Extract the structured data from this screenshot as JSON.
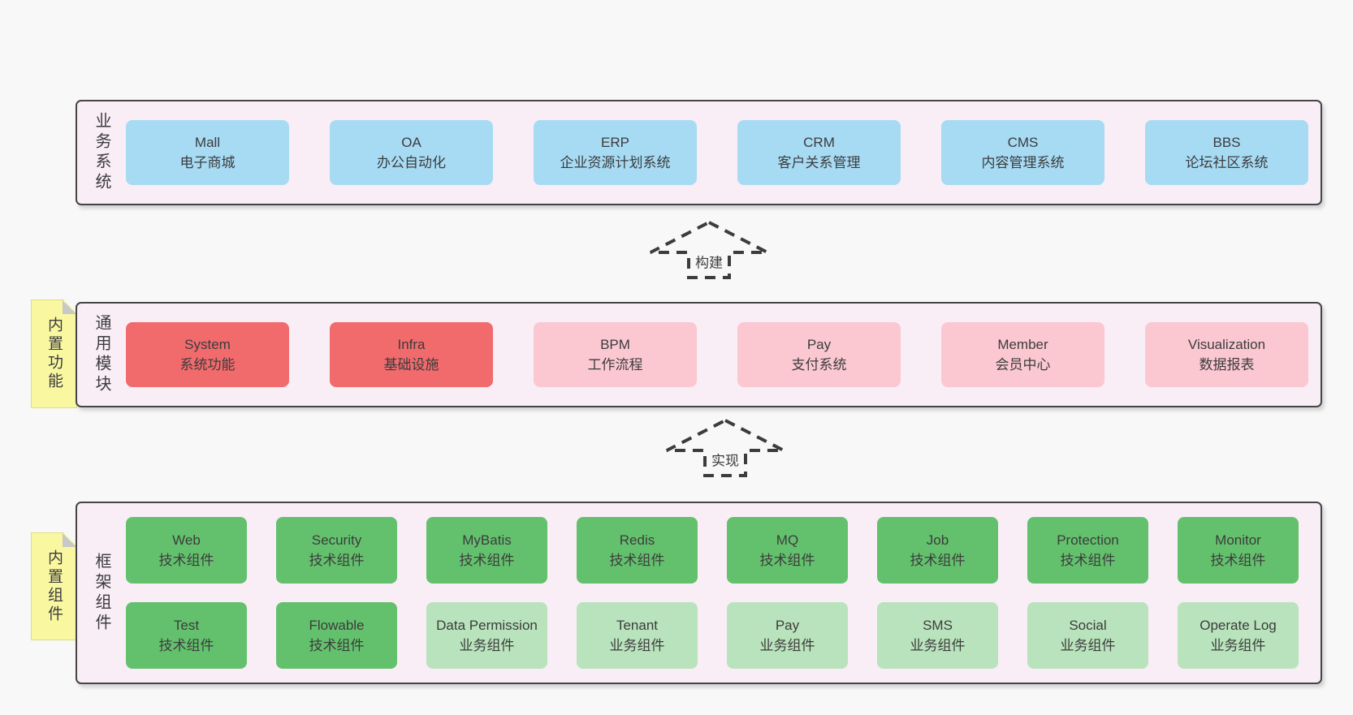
{
  "colors": {
    "page_bg": "#f8f8f8",
    "panel_bg": "#f9edf6",
    "panel_border": "#454545",
    "box_blue": "#a7dbf4",
    "box_red": "#f16a6c",
    "box_pink": "#fbc8d2",
    "box_green": "#63c16d",
    "box_green_light": "#b9e3bc",
    "note_yellow": "#faf7a1",
    "note_border": "#e0dc82",
    "note_fold": "#c8c8c8",
    "text": "#3c3c3c"
  },
  "arrows": {
    "build": "构建",
    "implement": "实现"
  },
  "sections": {
    "business": {
      "label": "业务系统",
      "boxes": [
        {
          "title": "Mall",
          "subtitle": "电子商城",
          "variant": "blue"
        },
        {
          "title": "OA",
          "subtitle": "办公自动化",
          "variant": "blue"
        },
        {
          "title": "ERP",
          "subtitle": "企业资源计划系统",
          "variant": "blue"
        },
        {
          "title": "CRM",
          "subtitle": "客户关系管理",
          "variant": "blue"
        },
        {
          "title": "CMS",
          "subtitle": "内容管理系统",
          "variant": "blue"
        },
        {
          "title": "BBS",
          "subtitle": "论坛社区系统",
          "variant": "blue"
        }
      ]
    },
    "modules": {
      "label": "通用模块",
      "note": "内置功能",
      "boxes": [
        {
          "title": "System",
          "subtitle": "系统功能",
          "variant": "red"
        },
        {
          "title": "Infra",
          "subtitle": "基础设施",
          "variant": "red"
        },
        {
          "title": "BPM",
          "subtitle": "工作流程",
          "variant": "pink"
        },
        {
          "title": "Pay",
          "subtitle": "支付系统",
          "variant": "pink"
        },
        {
          "title": "Member",
          "subtitle": "会员中心",
          "variant": "pink"
        },
        {
          "title": "Visualization",
          "subtitle": "数据报表",
          "variant": "pink"
        }
      ]
    },
    "components": {
      "label": "框架组件",
      "note": "内置组件",
      "rows": [
        [
          {
            "title": "Web",
            "subtitle": "技术组件",
            "variant": "green"
          },
          {
            "title": "Security",
            "subtitle": "技术组件",
            "variant": "green"
          },
          {
            "title": "MyBatis",
            "subtitle": "技术组件",
            "variant": "green"
          },
          {
            "title": "Redis",
            "subtitle": "技术组件",
            "variant": "green"
          },
          {
            "title": "MQ",
            "subtitle": "技术组件",
            "variant": "green"
          },
          {
            "title": "Job",
            "subtitle": "技术组件",
            "variant": "green"
          },
          {
            "title": "Protection",
            "subtitle": "技术组件",
            "variant": "green"
          },
          {
            "title": "Monitor",
            "subtitle": "技术组件",
            "variant": "green"
          }
        ],
        [
          {
            "title": "Test",
            "subtitle": "技术组件",
            "variant": "green"
          },
          {
            "title": "Flowable",
            "subtitle": "技术组件",
            "variant": "green"
          },
          {
            "title": "Data Permission",
            "subtitle": "业务组件",
            "variant": "green-light"
          },
          {
            "title": "Tenant",
            "subtitle": "业务组件",
            "variant": "green-light"
          },
          {
            "title": "Pay",
            "subtitle": "业务组件",
            "variant": "green-light"
          },
          {
            "title": "SMS",
            "subtitle": "业务组件",
            "variant": "green-light"
          },
          {
            "title": "Social",
            "subtitle": "业务组件",
            "variant": "green-light"
          },
          {
            "title": "Operate Log",
            "subtitle": "业务组件",
            "variant": "green-light"
          }
        ]
      ]
    }
  }
}
